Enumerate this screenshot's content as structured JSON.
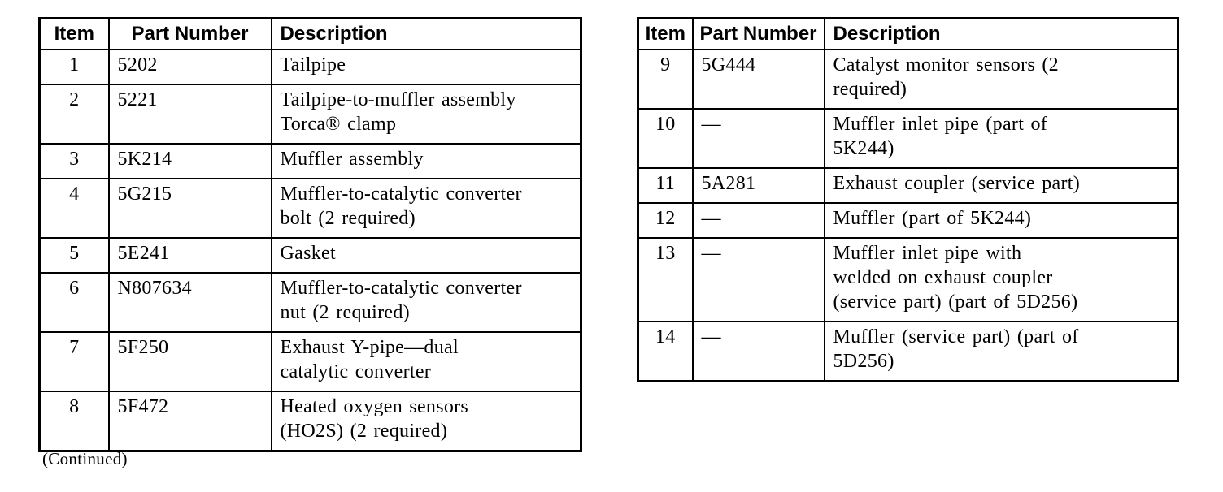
{
  "page": {
    "background": "#ffffff",
    "text_color": "#000000",
    "border_color": "#000000",
    "continued_note": "(Continued)"
  },
  "tables": [
    {
      "name": "parts-table-left",
      "headers": [
        "Item",
        "Part Number",
        "Description"
      ],
      "rows": [
        {
          "item": "1",
          "part_number": "5202",
          "description": "Tailpipe"
        },
        {
          "item": "2",
          "part_number": "5221",
          "description": "Tailpipe-to-muffler assembly\nTorca® clamp"
        },
        {
          "item": "3",
          "part_number": "5K214",
          "description": "Muffler assembly"
        },
        {
          "item": "4",
          "part_number": "5G215",
          "description": "Muffler-to-catalytic converter\nbolt (2 required)"
        },
        {
          "item": "5",
          "part_number": "5E241",
          "description": "Gasket"
        },
        {
          "item": "6",
          "part_number": "N807634",
          "description": "Muffler-to-catalytic converter\nnut (2 required)"
        },
        {
          "item": "7",
          "part_number": "5F250",
          "description": "Exhaust Y-pipe—dual\ncatalytic converter"
        },
        {
          "item": "8",
          "part_number": "5F472",
          "description": "Heated oxygen sensors\n(HO2S) (2 required)"
        }
      ]
    },
    {
      "name": "parts-table-right",
      "headers": [
        "Item",
        "Part Number",
        "Description"
      ],
      "rows": [
        {
          "item": "9",
          "part_number": "5G444",
          "description": "Catalyst monitor sensors (2\nrequired)"
        },
        {
          "item": "10",
          "part_number": "—",
          "description": "Muffler inlet pipe (part of\n5K244)"
        },
        {
          "item": "11",
          "part_number": "5A281",
          "description": "Exhaust coupler (service part)"
        },
        {
          "item": "12",
          "part_number": "—",
          "description": "Muffler (part of 5K244)"
        },
        {
          "item": "13",
          "part_number": "—",
          "description": "Muffler inlet pipe with\nwelded on exhaust coupler\n(service part) (part of 5D256)"
        },
        {
          "item": "14",
          "part_number": "—",
          "description": "Muffler (service part) (part of\n5D256)"
        }
      ]
    }
  ]
}
